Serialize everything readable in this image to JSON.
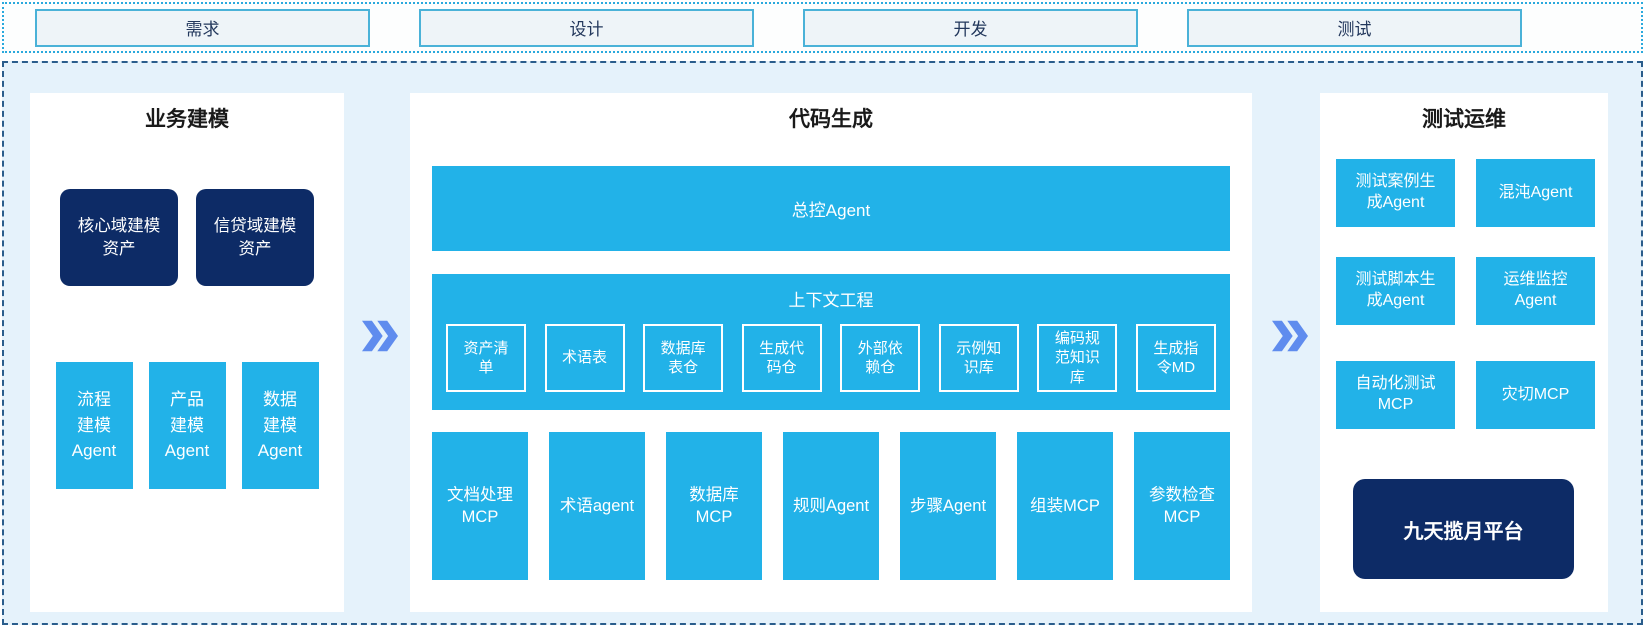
{
  "colors": {
    "cyan": "#22b2e8",
    "navy": "#0d2b66",
    "canvas_bg": "#e5f2fb",
    "panel_bg": "#ffffff",
    "arrow_blue": "#5f8cee",
    "stage_fill": "#eef4f8",
    "stage_border": "#4ab2d8",
    "band_dotted_border": "#2aa9dd",
    "main_dashed_border": "#2a5d8c",
    "title_text": "#1a1a1a",
    "box_text": "#ffffff"
  },
  "stages": [
    "需求",
    "设计",
    "开发",
    "测试"
  ],
  "panels": {
    "business": {
      "title": "业务建模",
      "assets": [
        "核心域建模\n资产",
        "信贷域建模\n资产"
      ],
      "agents": [
        "流程\n建模\nAgent",
        "产品\n建模\nAgent",
        "数据\n建模\nAgent"
      ]
    },
    "codegen": {
      "title": "代码生成",
      "master_agent": "总控Agent",
      "context": {
        "title": "上下文工程",
        "items": [
          "资产清\n单",
          "术语表",
          "数据库\n表仓",
          "生成代\n码仓",
          "外部依\n赖仓",
          "示例知\n识库",
          "编码规\n范知识\n库",
          "生成指\n令MD"
        ]
      },
      "tools": [
        "文档处理\nMCP",
        "术语agent",
        "数据库\nMCP",
        "规则Agent",
        "步骤Agent",
        "组装MCP",
        "参数检查\nMCP"
      ]
    },
    "testops": {
      "title": "测试运维",
      "boxes": [
        "测试案例生\n成Agent",
        "混沌Agent",
        "测试脚本生\n成Agent",
        "运维监控\nAgent",
        "自动化测试\nMCP",
        "灾切MCP"
      ],
      "platform": "九天揽月平台"
    }
  }
}
